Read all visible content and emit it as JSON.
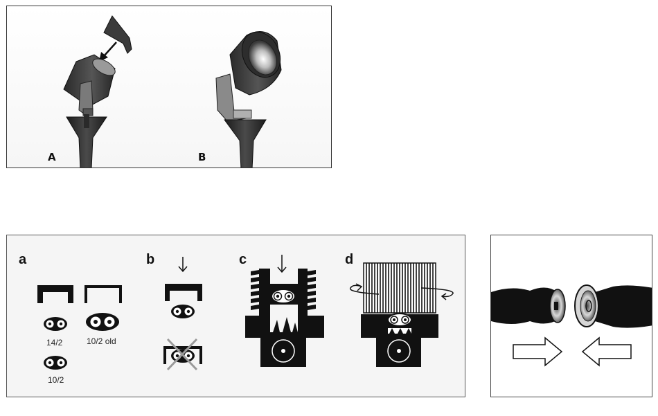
{
  "figure_top": {
    "label_a": "A",
    "label_b": "B"
  },
  "figure_bottom": {
    "steps": {
      "a": "a",
      "b": "b",
      "c": "c",
      "d": "d"
    },
    "gauges": {
      "g1": "14/2",
      "g2": "10/2 old",
      "g3": "10/2"
    }
  },
  "colors": {
    "ink": "#111111",
    "fixture_body": "#3a3a3a",
    "cross_mark": "#9a9a9a"
  }
}
